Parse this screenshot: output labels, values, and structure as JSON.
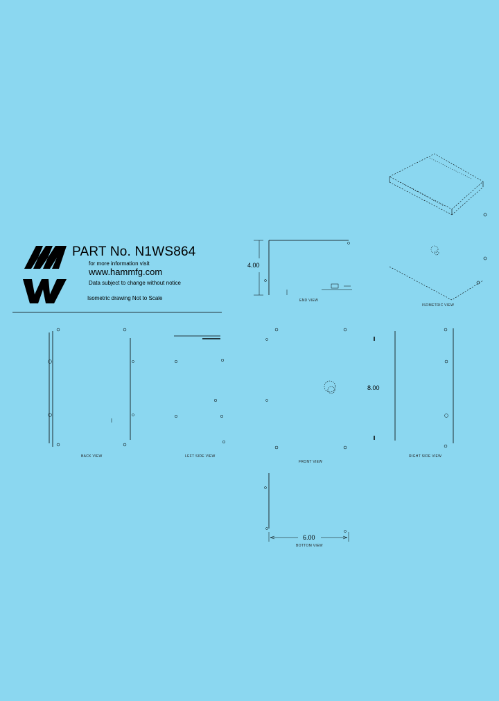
{
  "title_block": {
    "part_no": "PART No. N1WS864",
    "info_line": "for more information visit",
    "website": "www.hammfg.com",
    "notice": "Data subject to change without notice",
    "scale_note": "Isometric drawing Not to Scale"
  },
  "logo": {
    "name": "hammond-logo",
    "color": "#000000"
  },
  "dimensions": {
    "height": "4.00",
    "depth": "8.00",
    "width": "6.00"
  },
  "view_labels": {
    "end": "END VIEW",
    "isometric": "ISOMETRIC VIEW",
    "back": "BACK VIEW",
    "left_side": "LEFT SIDE VIEW",
    "front": "FRONT VIEW",
    "right_side": "RIGHT SIDE VIEW",
    "bottom": "BOTTOM VIEW"
  },
  "colors": {
    "background": "#8bd7f0",
    "ink": "#000000"
  }
}
